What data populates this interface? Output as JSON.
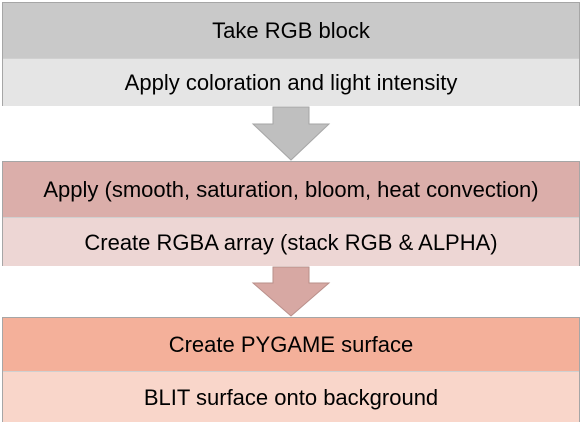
{
  "steps": [
    {
      "header": "Take  RGB block",
      "detail": "Apply coloration and light intensity"
    },
    {
      "header": "Apply (smooth, saturation, bloom, heat convection)",
      "detail": "Create RGBA array (stack RGB & ALPHA)"
    },
    {
      "header": "Create PYGAME surface",
      "detail": "BLIT surface onto background"
    }
  ],
  "colors": {
    "block1_header": "#c9c9c9",
    "block1_detail": "#e5e5e5",
    "arrow1": "#bfbfbf",
    "block2_header": "#dbaeaa",
    "block2_detail": "#edd6d4",
    "arrow2": "#d7a8a3",
    "block3_header": "#f4b09a",
    "block3_detail": "#f9d6ca"
  }
}
